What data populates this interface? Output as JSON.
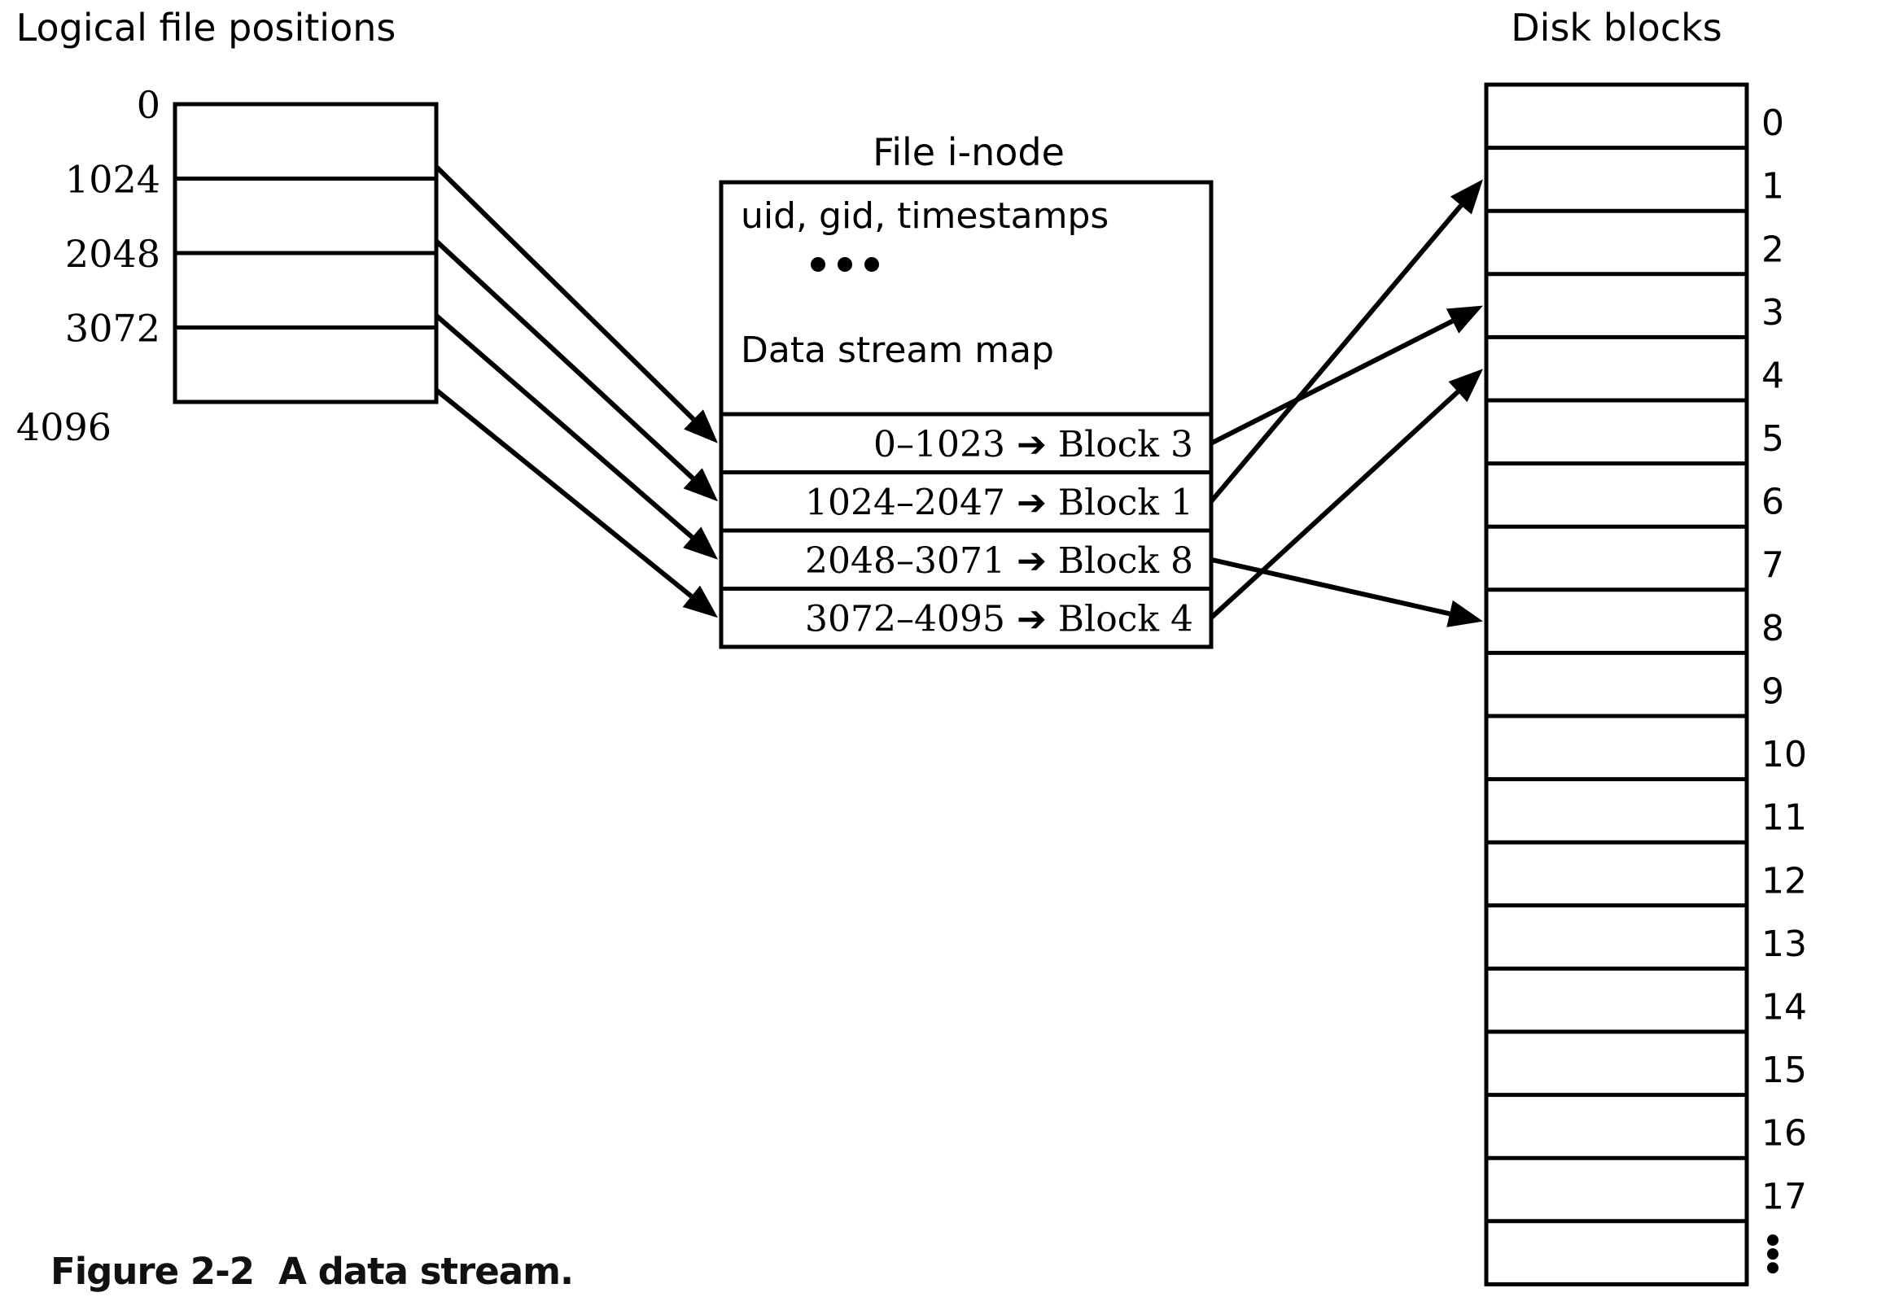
{
  "figure": {
    "caption_label": "Figure 2-2",
    "caption_text": "A data stream."
  },
  "logical_file": {
    "title": "Logical file positions",
    "boundaries": [
      "0",
      "1024",
      "2048",
      "3072",
      "4096"
    ],
    "segment_count": 4
  },
  "inode": {
    "title": "File i-node",
    "header_line": "uid, gid, timestamps",
    "ellipsis": "• • •",
    "map_label": "Data stream map",
    "entries": [
      {
        "range": "0–1023",
        "arrow": "➤",
        "target": "Block 3",
        "block": 3
      },
      {
        "range": "1024–2047",
        "arrow": "➤",
        "target": "Block 1",
        "block": 1
      },
      {
        "range": "2048–3071",
        "arrow": "➤",
        "target": "Block 8",
        "block": 8
      },
      {
        "range": "3072–4095",
        "arrow": "➤",
        "target": "Block 4",
        "block": 4
      }
    ]
  },
  "disk": {
    "title": "Disk blocks",
    "labels": [
      "0",
      "1",
      "2",
      "3",
      "4",
      "5",
      "6",
      "7",
      "8",
      "9",
      "10",
      "11",
      "12",
      "13",
      "14",
      "15",
      "16",
      "17"
    ],
    "continuation": "vertical-ellipsis",
    "cell_count": 19
  },
  "colors": {
    "stroke": "#000000",
    "background": "#ffffff"
  }
}
